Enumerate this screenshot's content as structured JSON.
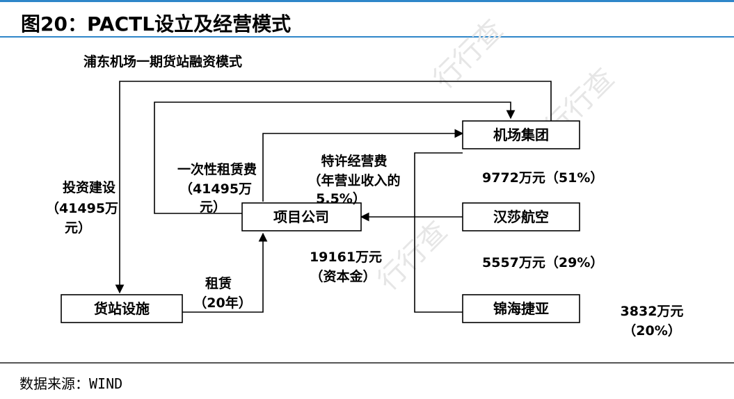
{
  "header": {
    "title": "图20：PACTL设立及经营模式"
  },
  "source": "数据来源：WIND",
  "diagram": {
    "subtitle": "浦东机场一期货站融资模式",
    "boxes": {
      "airport_group": "机场集团",
      "lufthansa": "汉莎航空",
      "jinhai": "锦海捷亚",
      "project_company": "项目公司",
      "cargo_facility": "货站设施"
    },
    "labels": {
      "invest_1": "投资建设",
      "invest_2": "（41495万",
      "invest_3": "元）",
      "lease_fee_1": "一次性租赁费",
      "lease_fee_2": "（41495万",
      "lease_fee_3": "元）",
      "franchise_1": "特许经营费",
      "franchise_2": "（年营业收入的",
      "franchise_3": "5.5%）",
      "capital_1": "19161万元",
      "capital_2": "（资本金）",
      "rent_1": "租赁",
      "rent_2": "（20年）",
      "airport_share": "9772万元（51%）",
      "lufthansa_share": "5557万元（29%）",
      "jinhai_share_1": "3832万元",
      "jinhai_share_2": "（20%）"
    }
  }
}
